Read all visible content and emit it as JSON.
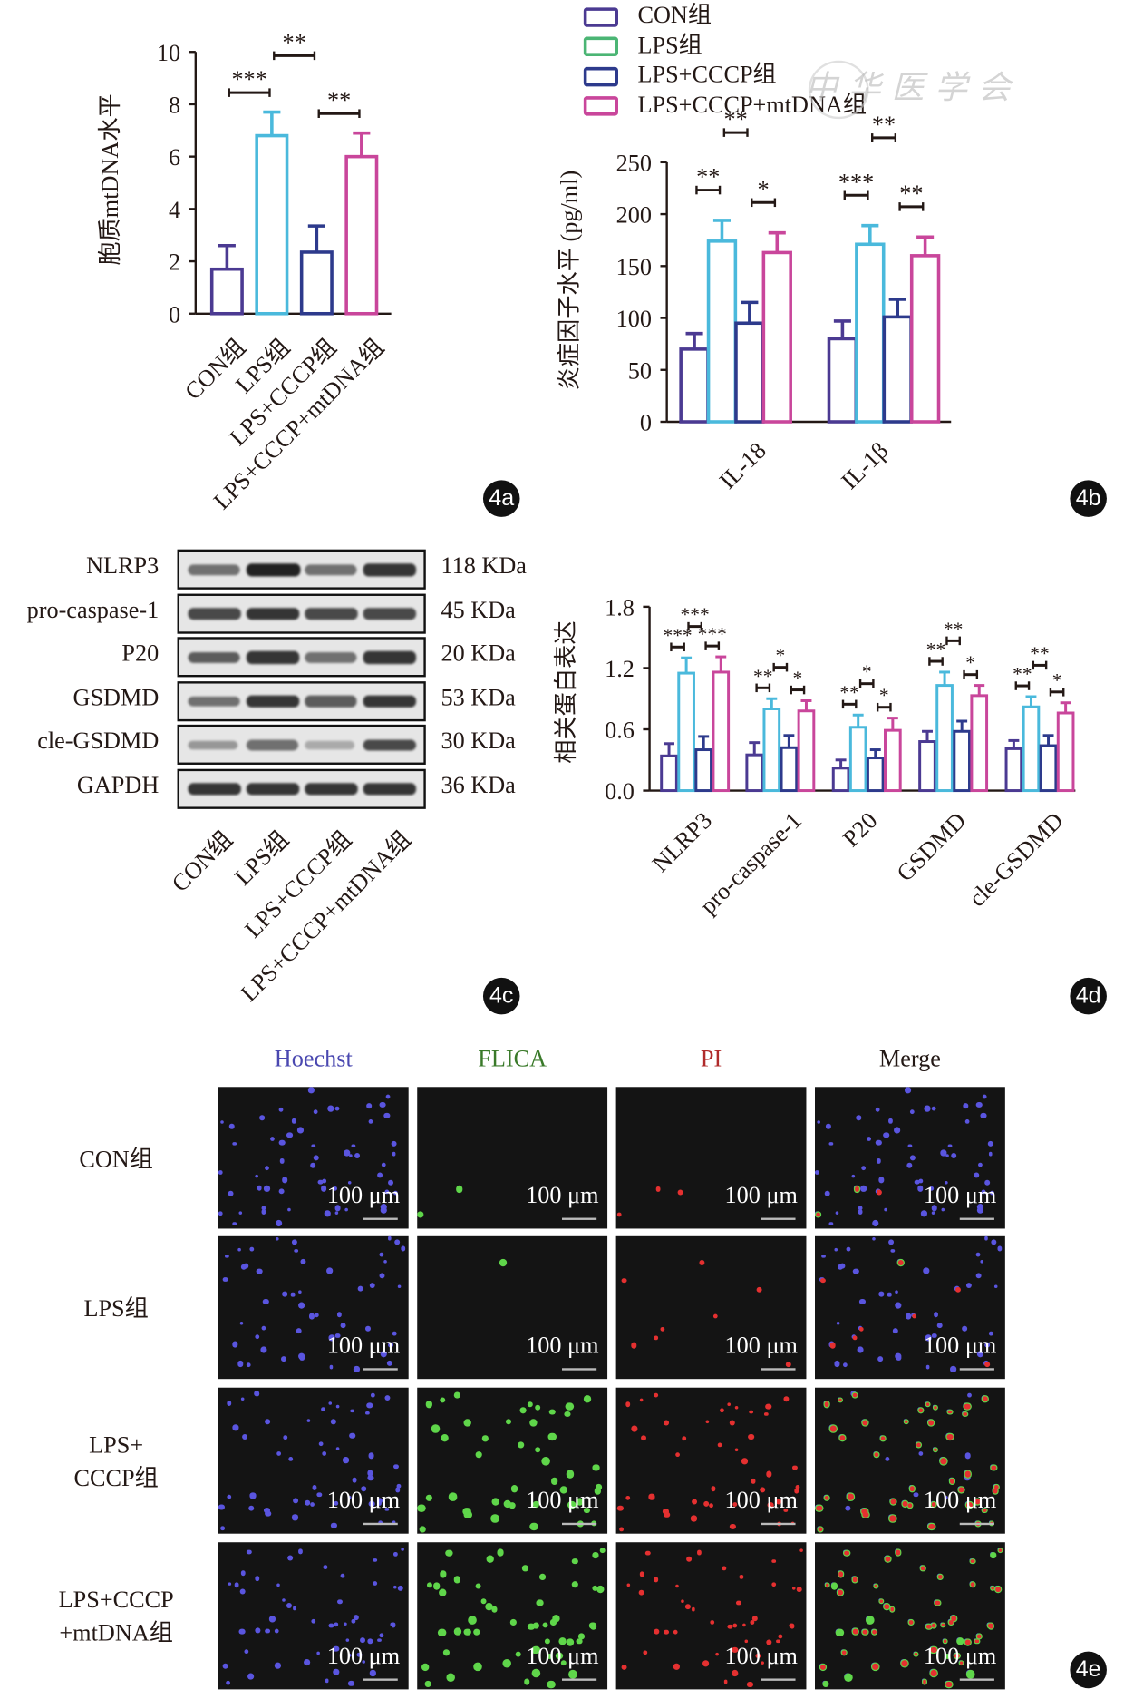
{
  "legend": [
    {
      "label": "CON组",
      "color": "#4b3a92"
    },
    {
      "label": "LPS组",
      "color": "#4bb574"
    },
    {
      "label": "LPS+CCCP组",
      "color": "#2d3a8c"
    },
    {
      "label": "LPS+CCCP+mtDNA组",
      "color": "#c9469b"
    }
  ],
  "bar_colors": [
    "#4b3a92",
    "#4ab9dc",
    "#2d3a8c",
    "#c9469b"
  ],
  "watermark": "中华医学会",
  "panel_tags": {
    "a": "4a",
    "b": "4b",
    "c": "4c",
    "d": "4d",
    "e": "4e"
  },
  "groups": [
    "CON组",
    "LPS组",
    "LPS+CCCP组",
    "LPS+CCCP+mtDNA组"
  ],
  "chart_data": [
    {
      "id": "4a",
      "type": "bar",
      "ylabel": "胞质mtDNA水平",
      "ylim": [
        0,
        10
      ],
      "yticks": [
        0,
        2,
        4,
        6,
        8,
        10
      ],
      "categories": [
        "CON组",
        "LPS组",
        "LPS+CCCP组",
        "LPS+CCCP+mtDNA组"
      ],
      "series": [
        {
          "name": "胞质mtDNA水平",
          "values": [
            1.7,
            6.8,
            2.35,
            6.0
          ],
          "errors": [
            0.9,
            0.9,
            1.0,
            0.9
          ]
        }
      ],
      "significance": [
        {
          "pair": [
            0,
            1
          ],
          "label": "***"
        },
        {
          "pair": [
            1,
            2
          ],
          "label": "**"
        },
        {
          "pair": [
            2,
            3
          ],
          "label": "**"
        }
      ]
    },
    {
      "id": "4b",
      "type": "bar",
      "ylabel": "炎症因子水平 (pg/ml)",
      "ylim": [
        0,
        250
      ],
      "yticks": [
        0,
        50,
        100,
        150,
        200,
        250
      ],
      "categories": [
        "IL-18",
        "IL-1β"
      ],
      "values": [
        [
          70,
          174,
          95,
          163
        ],
        [
          80,
          171,
          101,
          160
        ]
      ],
      "errors": [
        [
          15,
          20,
          20,
          19
        ],
        [
          17,
          18,
          17,
          18
        ]
      ],
      "significance": [
        [
          {
            "pair": [
              0,
              1
            ],
            "label": "**"
          },
          {
            "pair": [
              1,
              2
            ],
            "label": "**"
          },
          {
            "pair": [
              2,
              3
            ],
            "label": "*"
          }
        ],
        [
          {
            "pair": [
              0,
              1
            ],
            "label": "***"
          },
          {
            "pair": [
              1,
              2
            ],
            "label": "**"
          },
          {
            "pair": [
              2,
              3
            ],
            "label": "**"
          }
        ]
      ]
    },
    {
      "id": "4d",
      "type": "bar",
      "ylabel": "相关蛋白表达",
      "ylim": [
        0,
        1.8
      ],
      "yticks": [
        "0.0",
        "0.6",
        "1.2",
        "1.8"
      ],
      "categories": [
        "NLRP3",
        "pro-caspase-1",
        "P20",
        "GSDMD",
        "cle-GSDMD"
      ],
      "values": [
        [
          0.34,
          1.15,
          0.4,
          1.16
        ],
        [
          0.35,
          0.8,
          0.42,
          0.78
        ],
        [
          0.22,
          0.62,
          0.32,
          0.59
        ],
        [
          0.48,
          1.03,
          0.58,
          0.93
        ],
        [
          0.41,
          0.82,
          0.44,
          0.76
        ]
      ],
      "errors": [
        [
          0.12,
          0.15,
          0.13,
          0.15
        ],
        [
          0.12,
          0.1,
          0.12,
          0.1
        ],
        [
          0.08,
          0.12,
          0.08,
          0.12
        ],
        [
          0.1,
          0.13,
          0.1,
          0.1
        ],
        [
          0.08,
          0.1,
          0.1,
          0.1
        ]
      ],
      "significance": [
        [
          {
            "pair": [
              0,
              1
            ],
            "label": "***"
          },
          {
            "pair": [
              1,
              2
            ],
            "label": "***"
          },
          {
            "pair": [
              2,
              3
            ],
            "label": "***"
          }
        ],
        [
          {
            "pair": [
              0,
              1
            ],
            "label": "**"
          },
          {
            "pair": [
              1,
              2
            ],
            "label": "*"
          },
          {
            "pair": [
              2,
              3
            ],
            "label": "*"
          }
        ],
        [
          {
            "pair": [
              0,
              1
            ],
            "label": "**"
          },
          {
            "pair": [
              1,
              2
            ],
            "label": "*"
          },
          {
            "pair": [
              2,
              3
            ],
            "label": "*"
          }
        ],
        [
          {
            "pair": [
              0,
              1
            ],
            "label": "**"
          },
          {
            "pair": [
              1,
              2
            ],
            "label": "**"
          },
          {
            "pair": [
              2,
              3
            ],
            "label": "*"
          }
        ],
        [
          {
            "pair": [
              0,
              1
            ],
            "label": "**"
          },
          {
            "pair": [
              1,
              2
            ],
            "label": "**"
          },
          {
            "pair": [
              2,
              3
            ],
            "label": "*"
          }
        ]
      ]
    }
  ],
  "blot": {
    "proteins": [
      {
        "name": "NLRP3",
        "kda": "118 KDa"
      },
      {
        "name": "pro-caspase-1",
        "kda": "45 KDa"
      },
      {
        "name": "P20",
        "kda": "20 KDa"
      },
      {
        "name": "GSDMD",
        "kda": "53 KDa"
      },
      {
        "name": "cle-GSDMD",
        "kda": "30 KDa"
      },
      {
        "name": "GAPDH",
        "kda": "36 KDa"
      }
    ],
    "lanes": [
      "CON组",
      "LPS组",
      "LPS+CCCP组",
      "LPS+CCCP+mtDNA组"
    ]
  },
  "microscopy": {
    "columns": [
      {
        "label": "Hoechst",
        "color": "#4a48b0"
      },
      {
        "label": "FLICA",
        "color": "#3a7a2a"
      },
      {
        "label": "PI",
        "color": "#b02a2a"
      },
      {
        "label": "Merge",
        "color": "#231815"
      }
    ],
    "rows": [
      "CON组",
      "LPS组",
      "LPS+\nCCCP组",
      "LPS+CCCP\n+mtDNA组"
    ],
    "scale_bar": "100 μm"
  }
}
